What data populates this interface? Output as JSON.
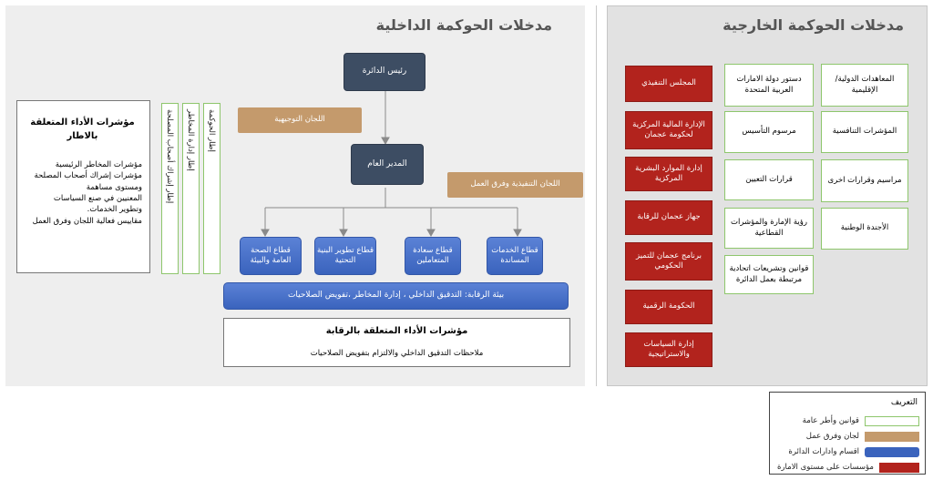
{
  "internal": {
    "title": "مدخلات الحوكمة الداخلية",
    "head": "رئيس الدائرة",
    "steering": "اللجان التوجيهية",
    "general_manager": "المدير العام",
    "executive_committees": "اللجان التنفيذية وفرق العمل",
    "sectors": [
      "قطاع الخدمات المساندة",
      "قطاع سعادة المتعاملين",
      "قطاع تطوير البنية التحتية",
      "قطاع الصحة العامة والبيئة"
    ],
    "control_env": "بيئة الرقابة: التدقيق الداخلي ، إدارة المخاطر ،تفويض الصلاحيات",
    "control_kpis": {
      "title": "مؤشرات الأداء المتعلقة بالرقابة",
      "body": "ملاحظات التدقيق الداخلي والالتزام بتفويض الصلاحيات"
    },
    "frameworks": [
      "إطار الحوكمة",
      "إطار إدارة المخاطر",
      "إطار إشراك أصحاب المصلحة"
    ],
    "framework_kpis": {
      "title": "مؤشرات الأداء المتعلقة بالاطار",
      "items": [
        "مؤشرات المخاطر الرئيسية",
        "مؤشرات إشراك أصحاب المصلحة",
        "ومستوى مساهمة",
        "المعنيين في صنع السياسات",
        "وتطوير الخدمات.",
        "مقاييس فعالية اللجان وفرق العمل"
      ]
    }
  },
  "external": {
    "title": "مدخلات الحوكمة الخارجية",
    "green_right": [
      "المعاهدات الدولية/الإقليمية",
      "المؤشرات التنافسية",
      "مراسيم وقرارات اخرى",
      "الأجندة الوطنية"
    ],
    "green_middle": [
      "دستور دولة الامارات العربية المتحدة",
      "مرسوم التأسيس",
      "قرارات التعيين",
      "رؤية الإمارة والمؤشرات القطاعية",
      "قوانين وتشريعات اتحادية مرتبطة بعمل الدائرة"
    ],
    "red_left": [
      "المجلس التنفيذي",
      "الإدارة المالية المركزية لحكومة عجمان",
      "إدارة الموارد البشرية المركزية",
      "جهاز عجمان للرقابة",
      "برنامج عجمان للتميز الحكومي",
      "الحكومة الرقمية",
      "إدارة السياسات والاستراتيجية"
    ]
  },
  "legend": {
    "title": "التعريف",
    "items": [
      {
        "label": "قوانين وأطر عامة",
        "color": "#8ec66c",
        "kind": "outline"
      },
      {
        "label": "لجان وفرق عمل",
        "color": "#c49a6c",
        "kind": "fill"
      },
      {
        "label": "اقسام وادارات الدائرة",
        "color": "#3a63bd",
        "kind": "fill"
      },
      {
        "label": "مؤسسات على مستوى الامارة",
        "color": "#b2231d",
        "kind": "fill"
      }
    ]
  }
}
